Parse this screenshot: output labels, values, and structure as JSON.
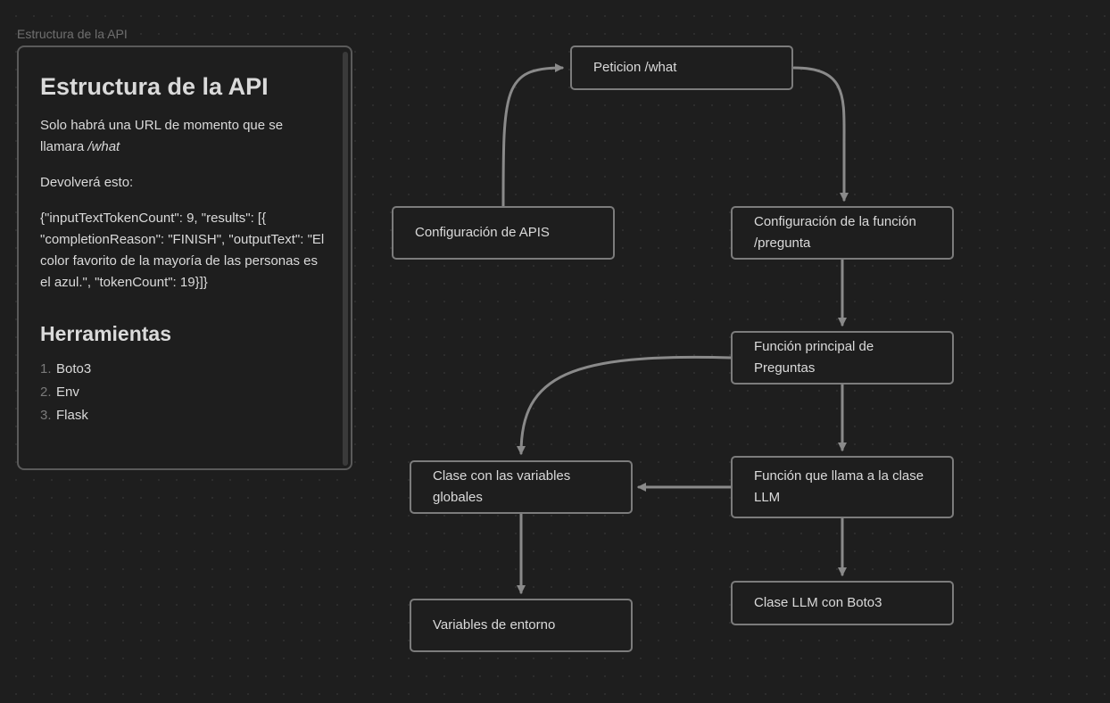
{
  "canvas": {
    "group_label": "Estructura de la API"
  },
  "note": {
    "title": "Estructura de la API",
    "intro_text": "Solo habrá una URL de momento que se llamara ",
    "intro_emphasis": "/what",
    "returns_label": "Devolverá esto:",
    "json_example": "{\"inputTextTokenCount\": 9, \"results\": [{ \"completionReason\": \"FINISH\", \"outputText\": \"El color favorito de la mayoría de las personas es el azul.\", \"tokenCount\": 19}]}",
    "tools_heading": "Herramientas",
    "tools": [
      {
        "number": "1.",
        "label": "Boto3"
      },
      {
        "number": "2.",
        "label": "Env"
      },
      {
        "number": "3.",
        "label": "Flask"
      }
    ]
  },
  "nodes": {
    "peticion": "Peticion /what",
    "config_apis": "Configuración de APIS",
    "config_funcion": "Configuración de la función /pregunta",
    "funcion_principal": "Función principal de Preguntas",
    "clase_variables": "Clase con las variables globales",
    "funcion_llm": "Función que llama a la clase LLM",
    "variables_entorno": "Variables de entorno",
    "clase_llm": "Clase LLM con Boto3"
  },
  "colors": {
    "background": "#1e1e1e",
    "node_border": "#7c7c7c",
    "edge": "#8a8a8a",
    "text": "#dadada"
  }
}
